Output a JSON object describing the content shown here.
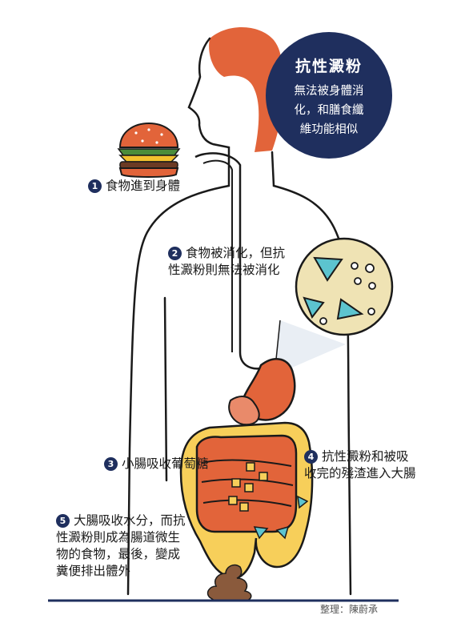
{
  "callout": {
    "title": "抗性澱粉",
    "description_lines": [
      "無法被身體消",
      "化，和膳食纖",
      "維功能相似"
    ]
  },
  "steps": [
    {
      "number": "1",
      "lines": [
        "食物進到身體"
      ]
    },
    {
      "number": "2",
      "lines": [
        "食物被消化，但抗",
        "性澱粉則無法被消化"
      ]
    },
    {
      "number": "3",
      "lines": [
        "小腸吸收葡萄糖"
      ]
    },
    {
      "number": "4",
      "lines": [
        "抗性澱粉和被吸",
        "收完的殘渣進入大腸"
      ]
    },
    {
      "number": "5",
      "lines": [
        "大腸吸收水分，而抗",
        "性澱粉則成為腸道微生",
        "物的食物，最後，變成",
        "糞便排出體外"
      ]
    }
  ],
  "credit": "整理：陳蔚承",
  "icons": [
    "hamburger-icon",
    "starch-granule-icon",
    "poop-icon"
  ],
  "colors": {
    "navy": "#1f2f5e",
    "orange": "#e2643a",
    "yellow": "#f7cf5a",
    "magnifier": "#efe3b4",
    "starch": "#5cc4cf",
    "outline": "#1a1a1a"
  }
}
